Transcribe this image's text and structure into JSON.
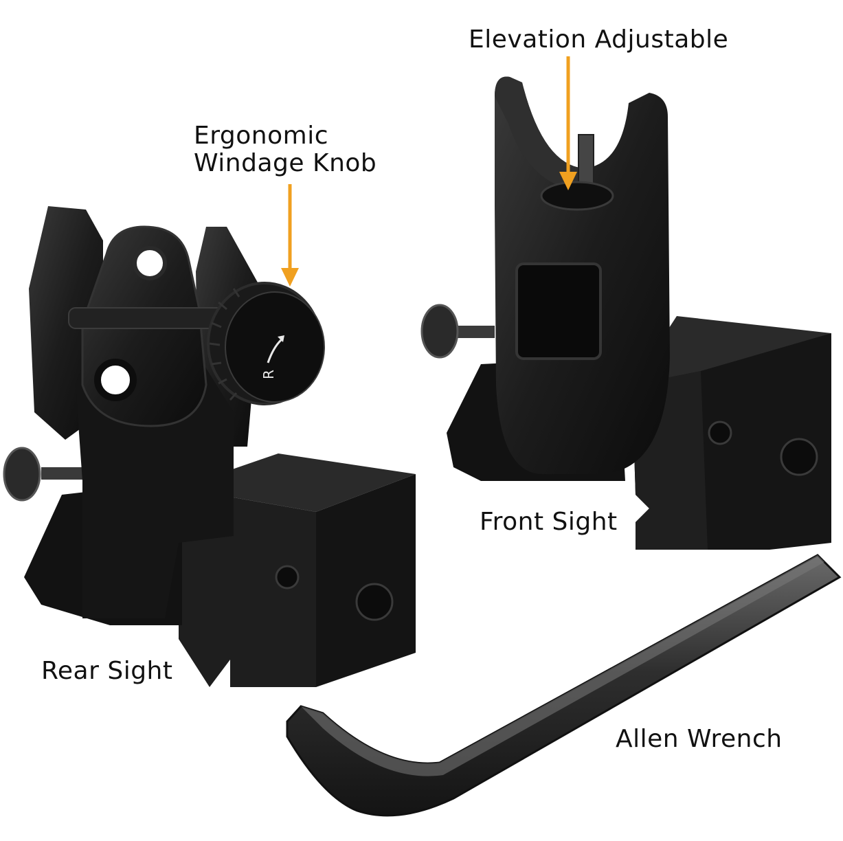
{
  "labels": {
    "elevation": "Elevation Adjustable",
    "ergonomic_line1": "Ergonomic",
    "ergonomic_line2": "Windage Knob",
    "front_sight": "Front Sight",
    "rear_sight": "Rear Sight",
    "allen_wrench": "Allen Wrench"
  },
  "knob_mark": "R",
  "colors": {
    "background": "#ffffff",
    "arrow": "#f0a020",
    "metal_dark": "#141414",
    "metal_mid": "#262626",
    "metal_edge": "#3c3c3c",
    "text": "#111111"
  }
}
